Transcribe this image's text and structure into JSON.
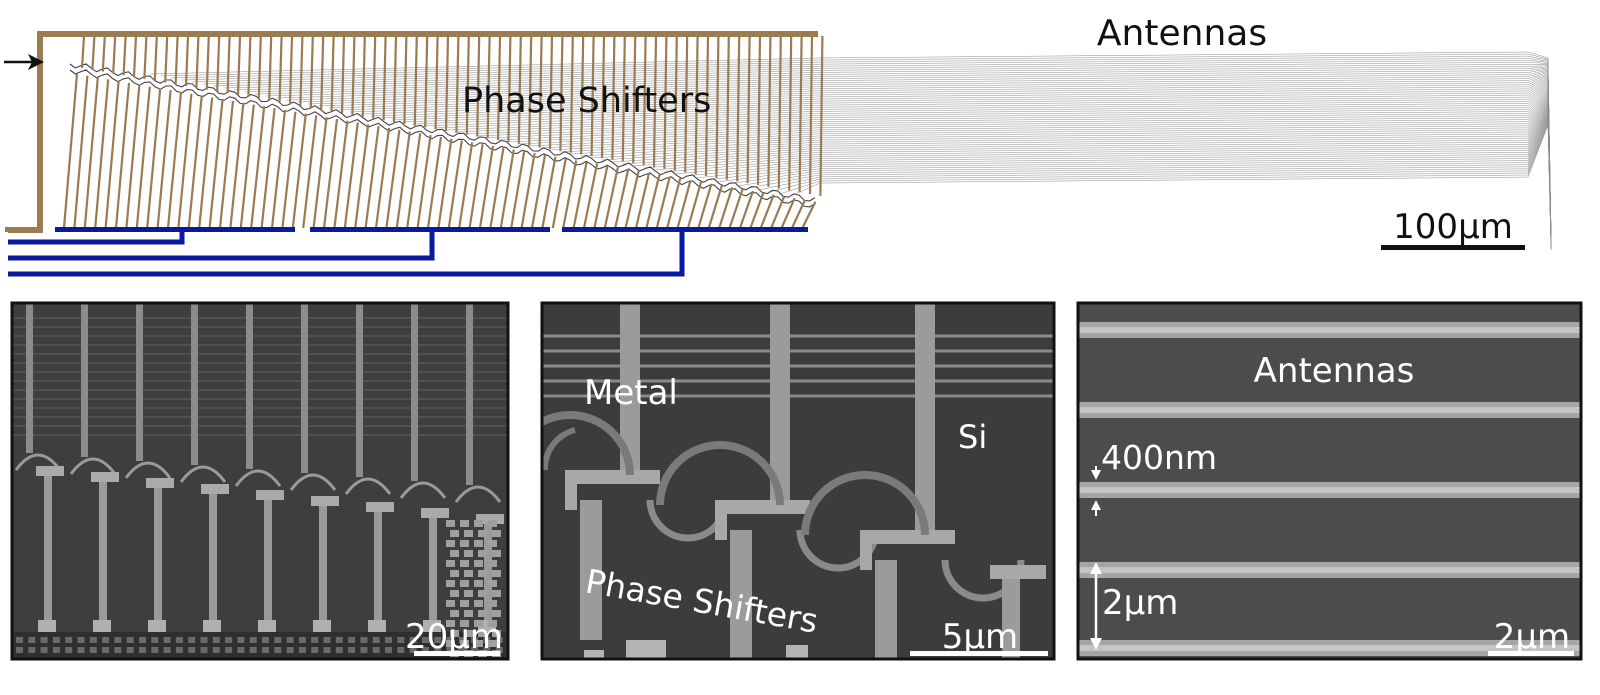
{
  "top": {
    "antennas_label": "Antennas",
    "phase_shifters_label": "Phase Shifters",
    "scale_label": "100µm",
    "colors": {
      "metal": "#9a7b52",
      "electrodes": "#0a1aa0",
      "waveguide": "#555555",
      "input_arrow": "#111111"
    }
  },
  "panels": [
    {
      "scale_label": "20µm",
      "annotations": []
    },
    {
      "scale_label": "5µm",
      "annotations": [
        "Metal",
        "Si",
        "Phase Shifters"
      ]
    },
    {
      "scale_label": "2µm",
      "annotations": [
        "Antennas",
        "400nm",
        "2µm"
      ]
    }
  ]
}
